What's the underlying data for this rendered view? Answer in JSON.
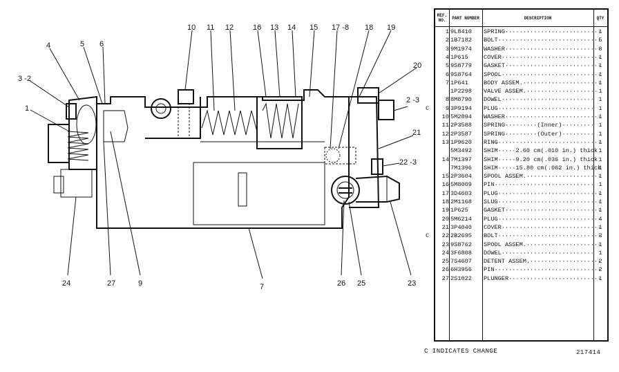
{
  "table": {
    "headers": {
      "ref_no": "REF. NO.",
      "part_number": "PART NUMBER",
      "description": "DESCRIPTION",
      "qty": "QTY"
    },
    "rows": [
      {
        "change": "",
        "ref": "1",
        "part": "9L8410",
        "desc": "SPRING···························",
        "qty": "1"
      },
      {
        "change": "",
        "ref": "2",
        "part": "1B7182",
        "desc": "BOLT·····························",
        "qty": "5"
      },
      {
        "change": "",
        "ref": "3",
        "part": "9M1974",
        "desc": "WASHER···························",
        "qty": "8"
      },
      {
        "change": "",
        "ref": "4",
        "part": "1P615",
        "desc": "COVER····························",
        "qty": "1"
      },
      {
        "change": "",
        "ref": "5",
        "part": "9S8779",
        "desc": "GASKET···························",
        "qty": "1"
      },
      {
        "change": "",
        "ref": "6",
        "part": "9S8764",
        "desc": "SPOOL····························",
        "qty": "1"
      },
      {
        "change": "",
        "ref": "7",
        "part": "1P641",
        "desc": "BODY ASSEM.······················",
        "qty": "1"
      },
      {
        "change": "",
        "ref": "",
        "part": "1P2298",
        "desc": "  VALVE ASSEM.····················",
        "qty": "1"
      },
      {
        "change": "",
        "ref": "8",
        "part": "8M8790",
        "desc": "  DOWEL··························",
        "qty": "1"
      },
      {
        "change": "C",
        "ref": "9",
        "part": "3P9194",
        "desc": "  PLUG···························",
        "qty": "1"
      },
      {
        "change": "",
        "ref": "10",
        "part": "5M2894",
        "desc": "WASHER···························",
        "qty": "1"
      },
      {
        "change": "",
        "ref": "11",
        "part": "2P3588",
        "desc": "SPRING·········(Inner)·········",
        "qty": "1"
      },
      {
        "change": "",
        "ref": "12",
        "part": "2P3587",
        "desc": "SPRING·········(Outer)·········",
        "qty": "1"
      },
      {
        "change": "",
        "ref": "13",
        "part": "1P9620",
        "desc": "RING·····························",
        "qty": "1"
      },
      {
        "change": "",
        "ref": "",
        "part": "5M3492",
        "desc": "SHIM·····2.60 cm(.010 in.) thick",
        "qty": "1"
      },
      {
        "change": "",
        "ref": "14",
        "part": "7M1397",
        "desc": "SHIM·····9.20 cm(.036 in.) thick",
        "qty": "1"
      },
      {
        "change": "",
        "ref": "",
        "part": "7M1396",
        "desc": "SHIM·····15.80 cm(.062 in.) thick",
        "qty": "1"
      },
      {
        "change": "",
        "ref": "15",
        "part": "2P3604",
        "desc": "SPOOL ASSEM.·····················",
        "qty": "1"
      },
      {
        "change": "",
        "ref": "16",
        "part": "5M8009",
        "desc": "  PIN····························",
        "qty": "1"
      },
      {
        "change": "",
        "ref": "17",
        "part": "3D4603",
        "desc": "PLUG·····························",
        "qty": "1"
      },
      {
        "change": "",
        "ref": "18",
        "part": "2M1168",
        "desc": "SLUG·····························",
        "qty": "1"
      },
      {
        "change": "",
        "ref": "19",
        "part": "1P625",
        "desc": "GASKET···························",
        "qty": "1"
      },
      {
        "change": "",
        "ref": "20",
        "part": "5M6214",
        "desc": "PLUG·····························",
        "qty": "4"
      },
      {
        "change": "",
        "ref": "21",
        "part": "3P4040",
        "desc": "COVER····························",
        "qty": "1"
      },
      {
        "change": "C",
        "ref": "22",
        "part": "2B2695",
        "desc": "BOLT·····························",
        "qty": "3"
      },
      {
        "change": "",
        "ref": "23",
        "part": "9S8762",
        "desc": "SPOOL ASSEM.·····················",
        "qty": "1"
      },
      {
        "change": "",
        "ref": "24",
        "part": "3F6808",
        "desc": "  DOWEL··························",
        "qty": "1"
      },
      {
        "change": "",
        "ref": "25",
        "part": "7S4607",
        "desc": "DETENT ASSEM.····················",
        "qty": "2"
      },
      {
        "change": "",
        "ref": "26",
        "part": "6H3956",
        "desc": "PIN······························",
        "qty": "2"
      },
      {
        "change": "",
        "ref": "27",
        "part": "2S1022",
        "desc": "PLUNGER··························",
        "qty": "1"
      }
    ]
  },
  "footer": {
    "change_note": "C INDICATES CHANGE",
    "drawing_number": "217414"
  },
  "callouts": {
    "c1": "1",
    "c3_2": "3 -2",
    "c4": "4",
    "c5": "5",
    "c6": "6",
    "c10": "10",
    "c11": "11",
    "c12": "12",
    "c16": "16",
    "c13": "13",
    "c14": "14",
    "c15": "15",
    "c17_8": "17 -8",
    "c18": "18",
    "c19": "19",
    "c20": "20",
    "c2_3": "2 -3",
    "c21": "21",
    "c22_3": "22 -3",
    "c24": "24",
    "c27": "27",
    "c9": "9",
    "c7": "7",
    "c26": "26",
    "c25": "25",
    "c23": "23",
    "cC": "C"
  }
}
